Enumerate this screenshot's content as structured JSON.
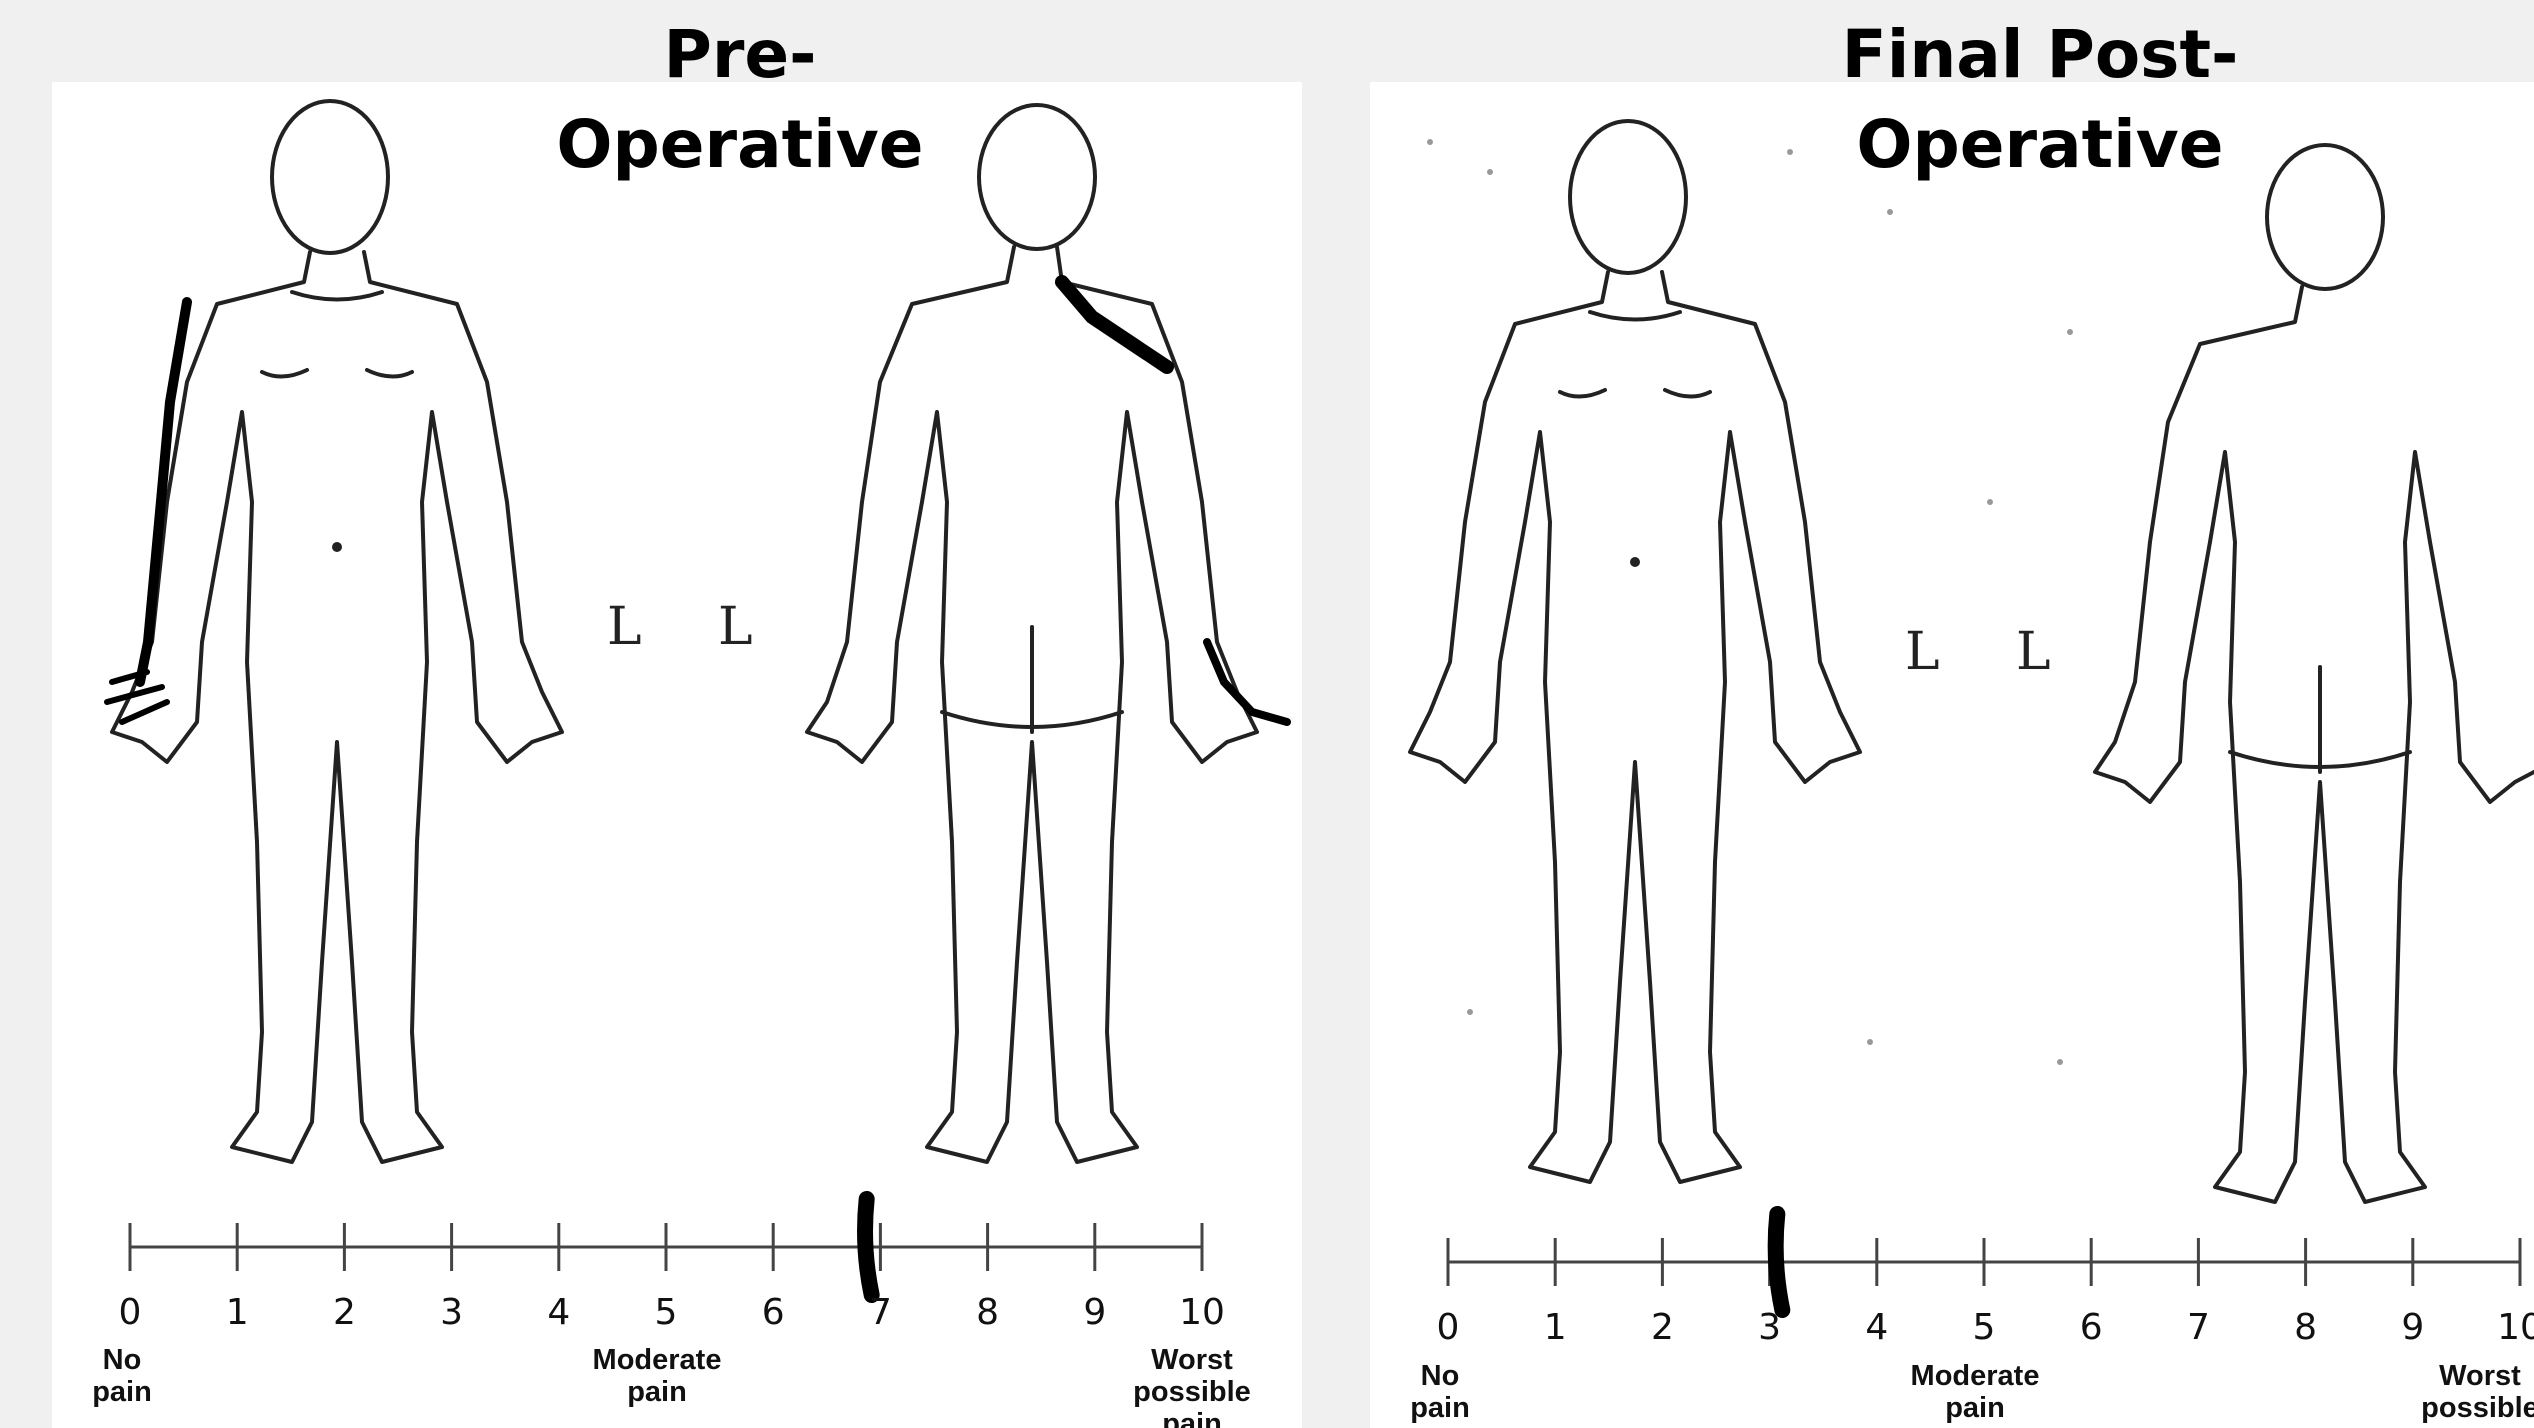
{
  "panels": {
    "pre": {
      "title_line1": "Pre-",
      "title_line2": "Operative",
      "side_labels": "L L",
      "pain_marker_value": 6.9
    },
    "post": {
      "title_line1": "Final Post-",
      "title_line2": "Operative",
      "side_labels": "L L",
      "pain_marker_value": 3.1
    }
  },
  "scale": {
    "ticks": [
      "0",
      "1",
      "2",
      "3",
      "4",
      "5",
      "6",
      "7",
      "8",
      "9",
      "10"
    ],
    "anchor_left_1": "No",
    "anchor_left_2": "pain",
    "anchor_mid_1": "Moderate",
    "anchor_mid_2": "pain",
    "anchor_right_1": "Worst",
    "anchor_right_2": "possible",
    "anchor_right_3": "pain"
  },
  "colors": {
    "ink": "#111111",
    "marker": "#000000",
    "background": "#f0f0f0",
    "panel": "#ffffff"
  }
}
